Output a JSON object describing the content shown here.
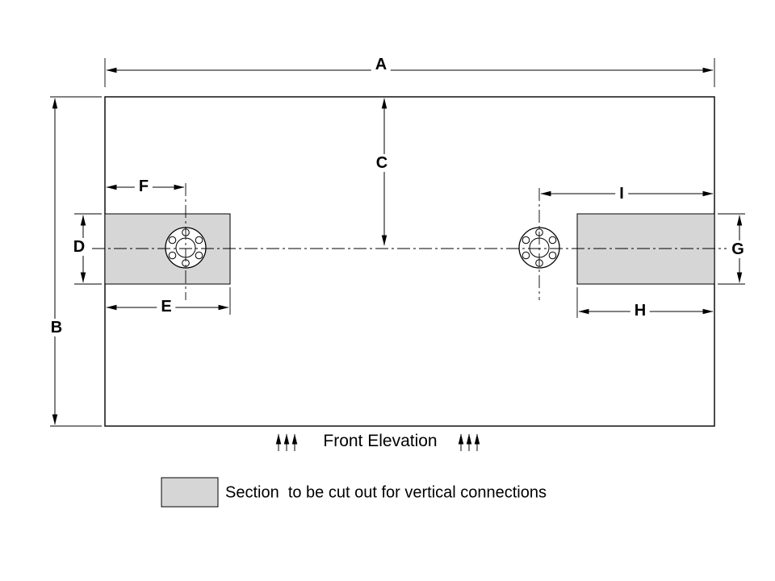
{
  "colors": {
    "background": "#ffffff",
    "line": "#000000",
    "section_fill": "#d6d6d6"
  },
  "labels": {
    "A": "A",
    "B": "B",
    "C": "C",
    "D": "D",
    "E": "E",
    "F": "F",
    "G": "G",
    "H": "H",
    "I": "I"
  },
  "caption": {
    "title": "Front Elevation"
  },
  "legend": {
    "description": "Section  to be cut out for vertical connections"
  }
}
